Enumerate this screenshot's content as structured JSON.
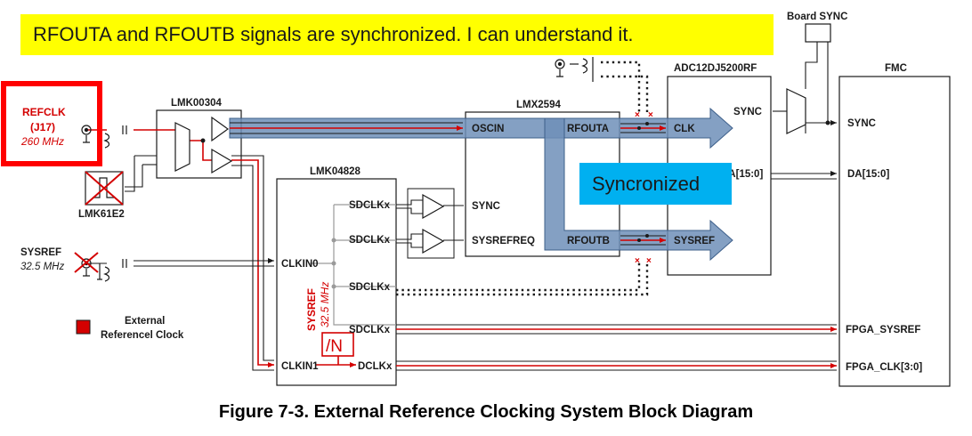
{
  "annotations": {
    "top_callout": "RFOUTA and RFOUTB signals are synchronized. I can understand it.",
    "mid_callout": "Syncronized"
  },
  "caption": "Figure 7-3. External Reference Clocking System Block Diagram",
  "labels": {
    "board_sync": "Board SYNC",
    "refclk": "REFCLK",
    "refclk_conn": "(J17)",
    "refclk_freq": "260 MHz",
    "lmk00304": "LMK00304",
    "lmk61e2": "LMK61E2",
    "lmk04828": "LMK04828",
    "lmx2594": "LMX2594",
    "adc": "ADC12DJ5200RF",
    "fmc": "FMC",
    "oscin": "OSCIN",
    "rfouta": "RFOUTA",
    "rfoutb": "RFOUTB",
    "clk": "CLK",
    "sync_adc": "SYNC",
    "sync_fmc": "SYNC",
    "sync_lmx": "SYNC",
    "sysrefreq": "SYSREFREQ",
    "sysref_adc": "SYSREF",
    "da_adc": "DA[15:0]",
    "da_fmc": "DA[15:0]",
    "sdclk1": "SDCLKx",
    "sdclk2": "SDCLKx",
    "sdclk3": "SDCLKx",
    "sdclk4": "SDCLKx",
    "dclk": "DCLKx",
    "clkin0": "CLKIN0",
    "clkin1": "CLKIN1",
    "sysref_in": "SYSREF",
    "sysref_in_freq": "32.5 MHz",
    "sysref_internal": "SYSREF",
    "sysref_internal_freq": "32.5 MHz",
    "divider": "/N",
    "fpga_sysref": "FPGA_SYSREF",
    "fpga_clk": "FPGA_CLK[3:0]",
    "legend": "External",
    "legend2": "Referencel Clock"
  },
  "colors": {
    "signal_red": "#d40000",
    "arrow_blue": "#6f8fb8",
    "callout_yellow": "#ffff00",
    "callout_blue": "#00b0f0"
  }
}
